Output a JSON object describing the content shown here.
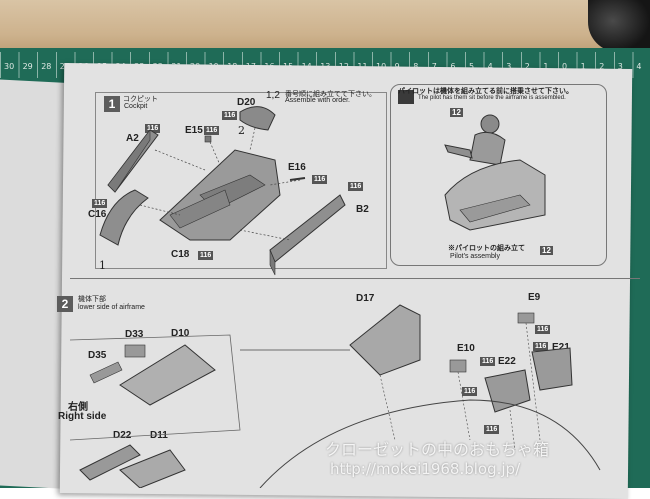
{
  "ruler": {
    "numbers": [
      "30",
      "29",
      "28",
      "27",
      "26",
      "25",
      "24",
      "23",
      "22",
      "21",
      "20",
      "19",
      "18",
      "17",
      "16",
      "15",
      "14",
      "13",
      "12",
      "11",
      "10",
      "9",
      "8",
      "7",
      "6",
      "5",
      "4",
      "3",
      "2",
      "1",
      "0",
      "1",
      "2",
      "3",
      "4"
    ]
  },
  "step1": {
    "number": "1",
    "jp_title": "コクピット",
    "en_title": "Cockpit",
    "order_note_jp": "番号順に組み立てて下さい。",
    "order_note_en": "Assemble with order.",
    "order_seq": "1,2",
    "arrow1": "1",
    "arrow2": "2",
    "parts": {
      "a2": "A2",
      "e15": "E15",
      "d20": "D20",
      "e16": "E16",
      "c16": "C16",
      "c18": "C18",
      "b2": "B2"
    },
    "tag116": "116"
  },
  "pilot": {
    "note_jp": "パイロットは機体を組み立てる前に搭乗させて下さい。",
    "note_en": "The pilot has them sit before the airframe is assembled.",
    "step_badge": "12",
    "assembly_jp": "※パイロットの組み立て",
    "assembly_en": "Pilot's assembly",
    "step_ref": "12"
  },
  "step2": {
    "number": "2",
    "jp_title": "機体下部",
    "en_title": "lower side of airframe",
    "side_jp": "右側",
    "side_en": "Right side",
    "parts": {
      "d33": "D33",
      "d10": "D10",
      "d35": "D35",
      "d22": "D22",
      "d11": "D11",
      "d17": "D17",
      "e9": "E9",
      "e10": "E10",
      "e22": "E22",
      "e21": "E21"
    },
    "tag116": "116"
  },
  "watermark": {
    "line1": "クローゼットの中のおもちゃ箱",
    "line2": "http://mokei1968.blog.jp/"
  }
}
